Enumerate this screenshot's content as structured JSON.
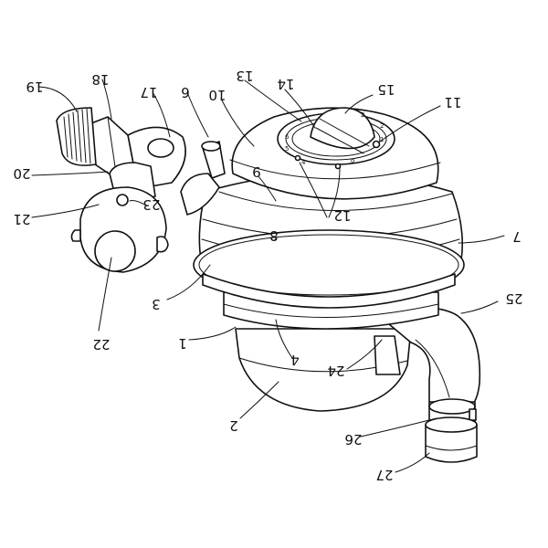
{
  "labels": {
    "l1": "1",
    "l2": "2",
    "l3": "3",
    "l4": "4",
    "l6": "6",
    "l7": "7",
    "l8": "8",
    "l9": "9",
    "l10": "10",
    "l11": "11",
    "l12": "12",
    "l13": "13",
    "l14": "14",
    "l15": "15",
    "l17": "17",
    "l18": "18",
    "l19": "19",
    "l20": "20",
    "l21": "21",
    "l22": "22",
    "l23": "23",
    "l24": "24",
    "l25": "25",
    "l26": "26",
    "l27": "27"
  }
}
